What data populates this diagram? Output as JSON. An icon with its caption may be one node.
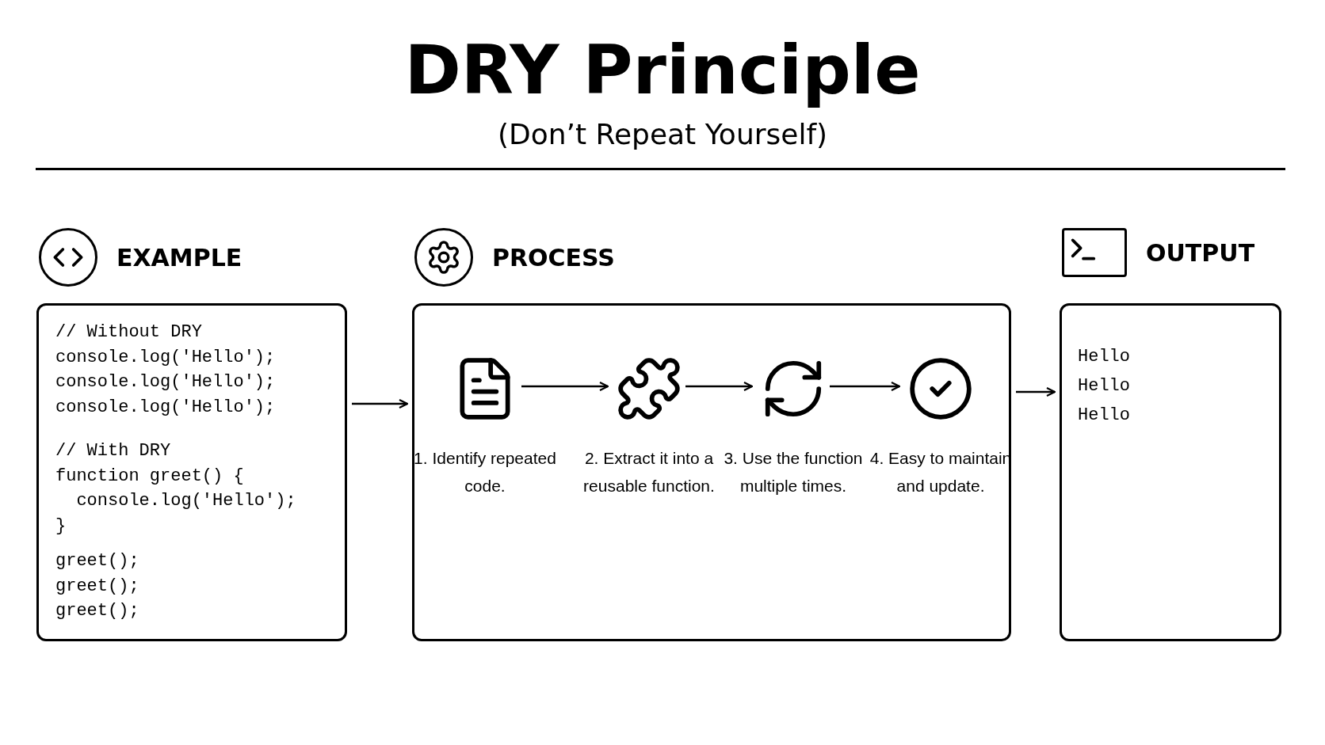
{
  "diagram": {
    "title": "DRY Principle",
    "nodes": [
      {
        "text": [
          "EXAMPLE",
          "// Without DRY",
          "console.log('Hello');",
          "console.log('Hello');",
          "console.log('Hello');",
          "// With DRY",
          "function greet() {",
          "  console.log('Hello');",
          "}",
          "greet();",
          "greet();",
          "greet();"
        ]
      },
      {
        "text": [
          "PROCESS"
        ]
      },
      {
        "text": [],
        "shape": "picture",
        "in": 1,
        "beside": [
          "1. Identify repeated code."
        ]
      },
      {
        "text": [],
        "shape": "picture",
        "in": 1,
        "beside": [
          "2. Extract it into a reusable function."
        ]
      },
      {
        "text": [],
        "shape": "picture",
        "in": 1,
        "beside": [
          "3. Use the function multiple times."
        ]
      },
      {
        "text": [],
        "shape": "picture",
        "in": 1,
        "beside": [
          "4. Easy to maintain and update."
        ]
      },
      {
        "text": [
          "OUTPUT",
          "Hello",
          "Hello",
          "Hello"
        ]
      }
    ],
    "edges": [
      {
        "from": 0,
        "to": 1,
        "arrow": "to"
      },
      {
        "from": 2,
        "to": 3,
        "arrow": "to"
      },
      {
        "from": 3,
        "to": 4,
        "arrow": "to"
      },
      {
        "from": 4,
        "to": 5,
        "arrow": "to"
      },
      {
        "from": 1,
        "to": 6,
        "arrow": "to"
      }
    ],
    "labels": [
      "(Don’t Repeat Yourself)"
    ]
  }
}
